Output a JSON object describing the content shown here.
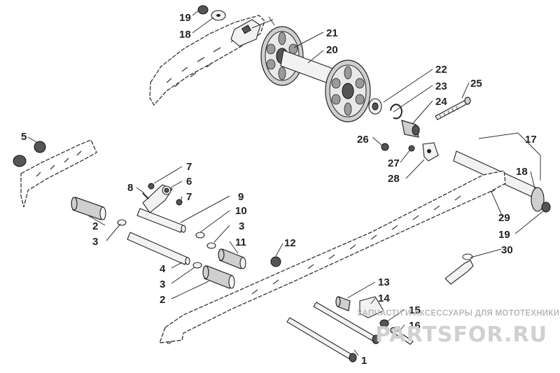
{
  "callouts": [
    {
      "id": "c19a",
      "text": "19"
    },
    {
      "id": "c18a",
      "text": "18"
    },
    {
      "id": "c21",
      "text": "21"
    },
    {
      "id": "c20",
      "text": "20"
    },
    {
      "id": "c22",
      "text": "22"
    },
    {
      "id": "c23",
      "text": "23"
    },
    {
      "id": "c24",
      "text": "24"
    },
    {
      "id": "c25",
      "text": "25"
    },
    {
      "id": "c17",
      "text": "17"
    },
    {
      "id": "c26",
      "text": "26"
    },
    {
      "id": "c27",
      "text": "27"
    },
    {
      "id": "c28",
      "text": "28"
    },
    {
      "id": "c18b",
      "text": "18"
    },
    {
      "id": "c29",
      "text": "29"
    },
    {
      "id": "c19b",
      "text": "19"
    },
    {
      "id": "c30",
      "text": "30"
    },
    {
      "id": "c5",
      "text": "5"
    },
    {
      "id": "c7a",
      "text": "7"
    },
    {
      "id": "c6",
      "text": "6"
    },
    {
      "id": "c8",
      "text": "8"
    },
    {
      "id": "c7b",
      "text": "7"
    },
    {
      "id": "c9",
      "text": "9"
    },
    {
      "id": "c10",
      "text": "10"
    },
    {
      "id": "c2a",
      "text": "2"
    },
    {
      "id": "c3a",
      "text": "3"
    },
    {
      "id": "c3b",
      "text": "3"
    },
    {
      "id": "c11",
      "text": "11"
    },
    {
      "id": "c12",
      "text": "12"
    },
    {
      "id": "c4",
      "text": "4"
    },
    {
      "id": "c3c",
      "text": "3"
    },
    {
      "id": "c2b",
      "text": "2"
    },
    {
      "id": "c13",
      "text": "13"
    },
    {
      "id": "c14",
      "text": "14"
    },
    {
      "id": "c15",
      "text": "15"
    },
    {
      "id": "c16",
      "text": "16"
    },
    {
      "id": "c1",
      "text": "1"
    }
  ],
  "watermark": {
    "tagline": "ЗАПЧАСТИ И АКСЕССУАРЫ ДЛЯ МОТОТЕХНИКИ",
    "logo": "PARTSFOR.RU"
  }
}
